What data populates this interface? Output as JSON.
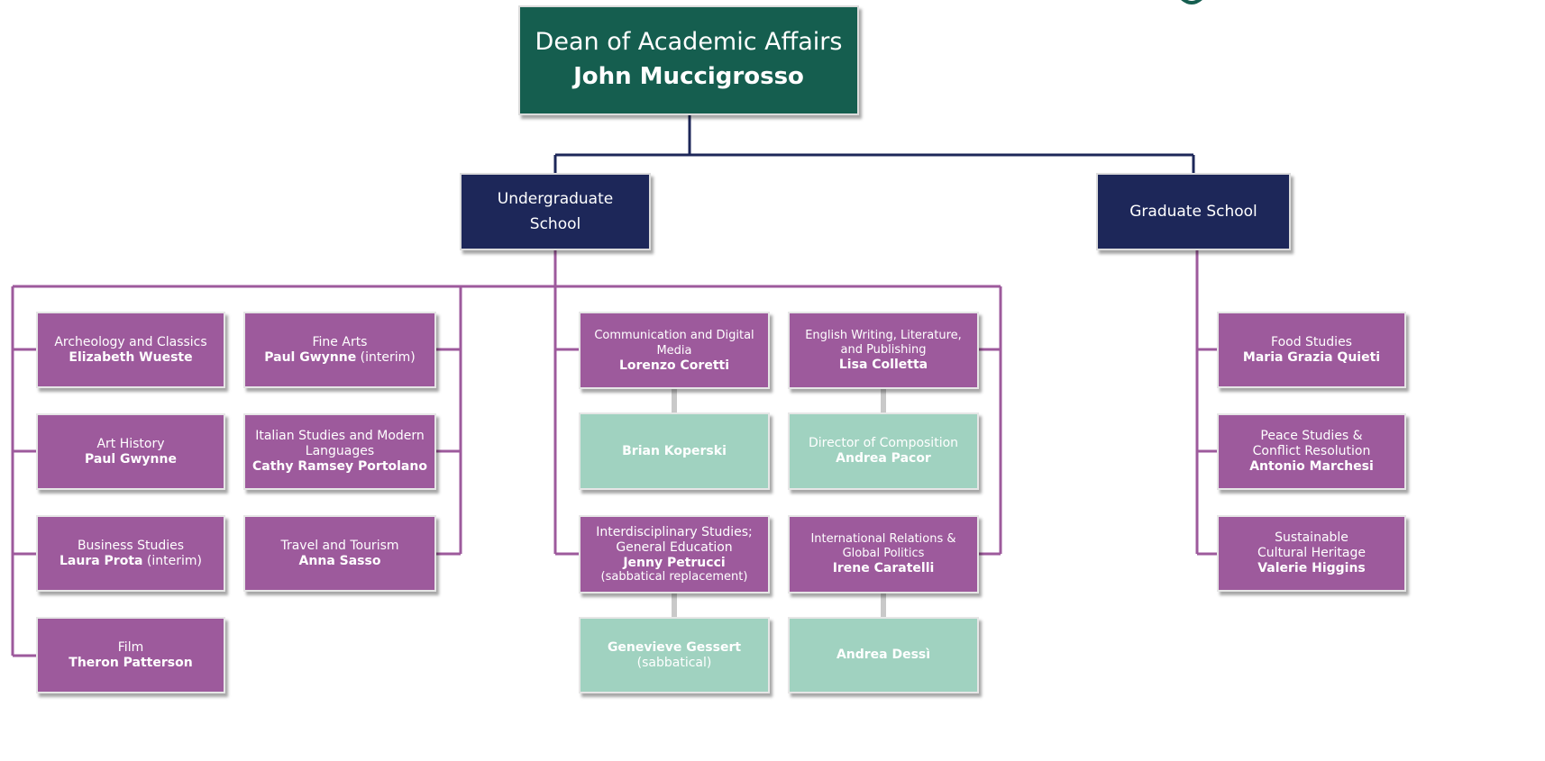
{
  "dean": {
    "title": "Dean of Academic Affairs",
    "name": "John Muccigrosso"
  },
  "schools": {
    "undergraduate": "Undergraduate School",
    "graduate": "Graduate School"
  },
  "depts": {
    "archeology": {
      "title": "Archeology and Classics",
      "name": "Elizabeth Wueste"
    },
    "fine_arts": {
      "title": "Fine Arts",
      "name": "Paul Gwynne",
      "note": " (interim)"
    },
    "art_history": {
      "title": "Art History",
      "name": "Paul Gwynne"
    },
    "italian": {
      "title": "Italian Studies and Modern Languages",
      "name": "Cathy Ramsey Portolano"
    },
    "business": {
      "title": "Business Studies",
      "name": "Laura Prota",
      "note": " (interim)"
    },
    "travel": {
      "title": "Travel and Tourism",
      "name": "Anna Sasso"
    },
    "film": {
      "title": "Film",
      "name": "Theron Patterson"
    },
    "communication": {
      "title": "Communication and Digital Media",
      "name": "Lorenzo Coretti"
    },
    "english": {
      "title": "English Writing, Literature, and Publishing",
      "name": "Lisa Colletta"
    },
    "interdisciplinary": {
      "title1": "Interdisciplinary Studies;",
      "title2": "General Education",
      "name": "Jenny Petrucci",
      "note": "(sabbatical replacement)"
    },
    "intl_relations": {
      "title": "International Relations & Global Politics",
      "name": "Irene Caratelli"
    },
    "food": {
      "title": "Food Studies",
      "name": "Maria Grazia Quieti"
    },
    "peace": {
      "title1": "Peace Studies &",
      "title2": "Conflict Resolution",
      "name": "Antonio Marchesi"
    },
    "sustainable": {
      "title1": "Sustainable",
      "title2": "Cultural Heritage",
      "name": "Valerie Higgins"
    }
  },
  "subunits": {
    "koperski": {
      "name": "Brian Koperski"
    },
    "composition": {
      "title": "Director of Composition",
      "name": "Andrea Pacor"
    },
    "gessert": {
      "name": "Genevieve Gessert",
      "note": "(sabbatical)"
    },
    "dessi": {
      "name": "Andrea Dessì"
    }
  },
  "colors": {
    "dean": "#155e4f",
    "school": "#1d2759",
    "dept": "#9d5a9c",
    "subunit": "#a0d2c0",
    "line": "#1d2759",
    "dept_line": "#9d5a9c"
  }
}
